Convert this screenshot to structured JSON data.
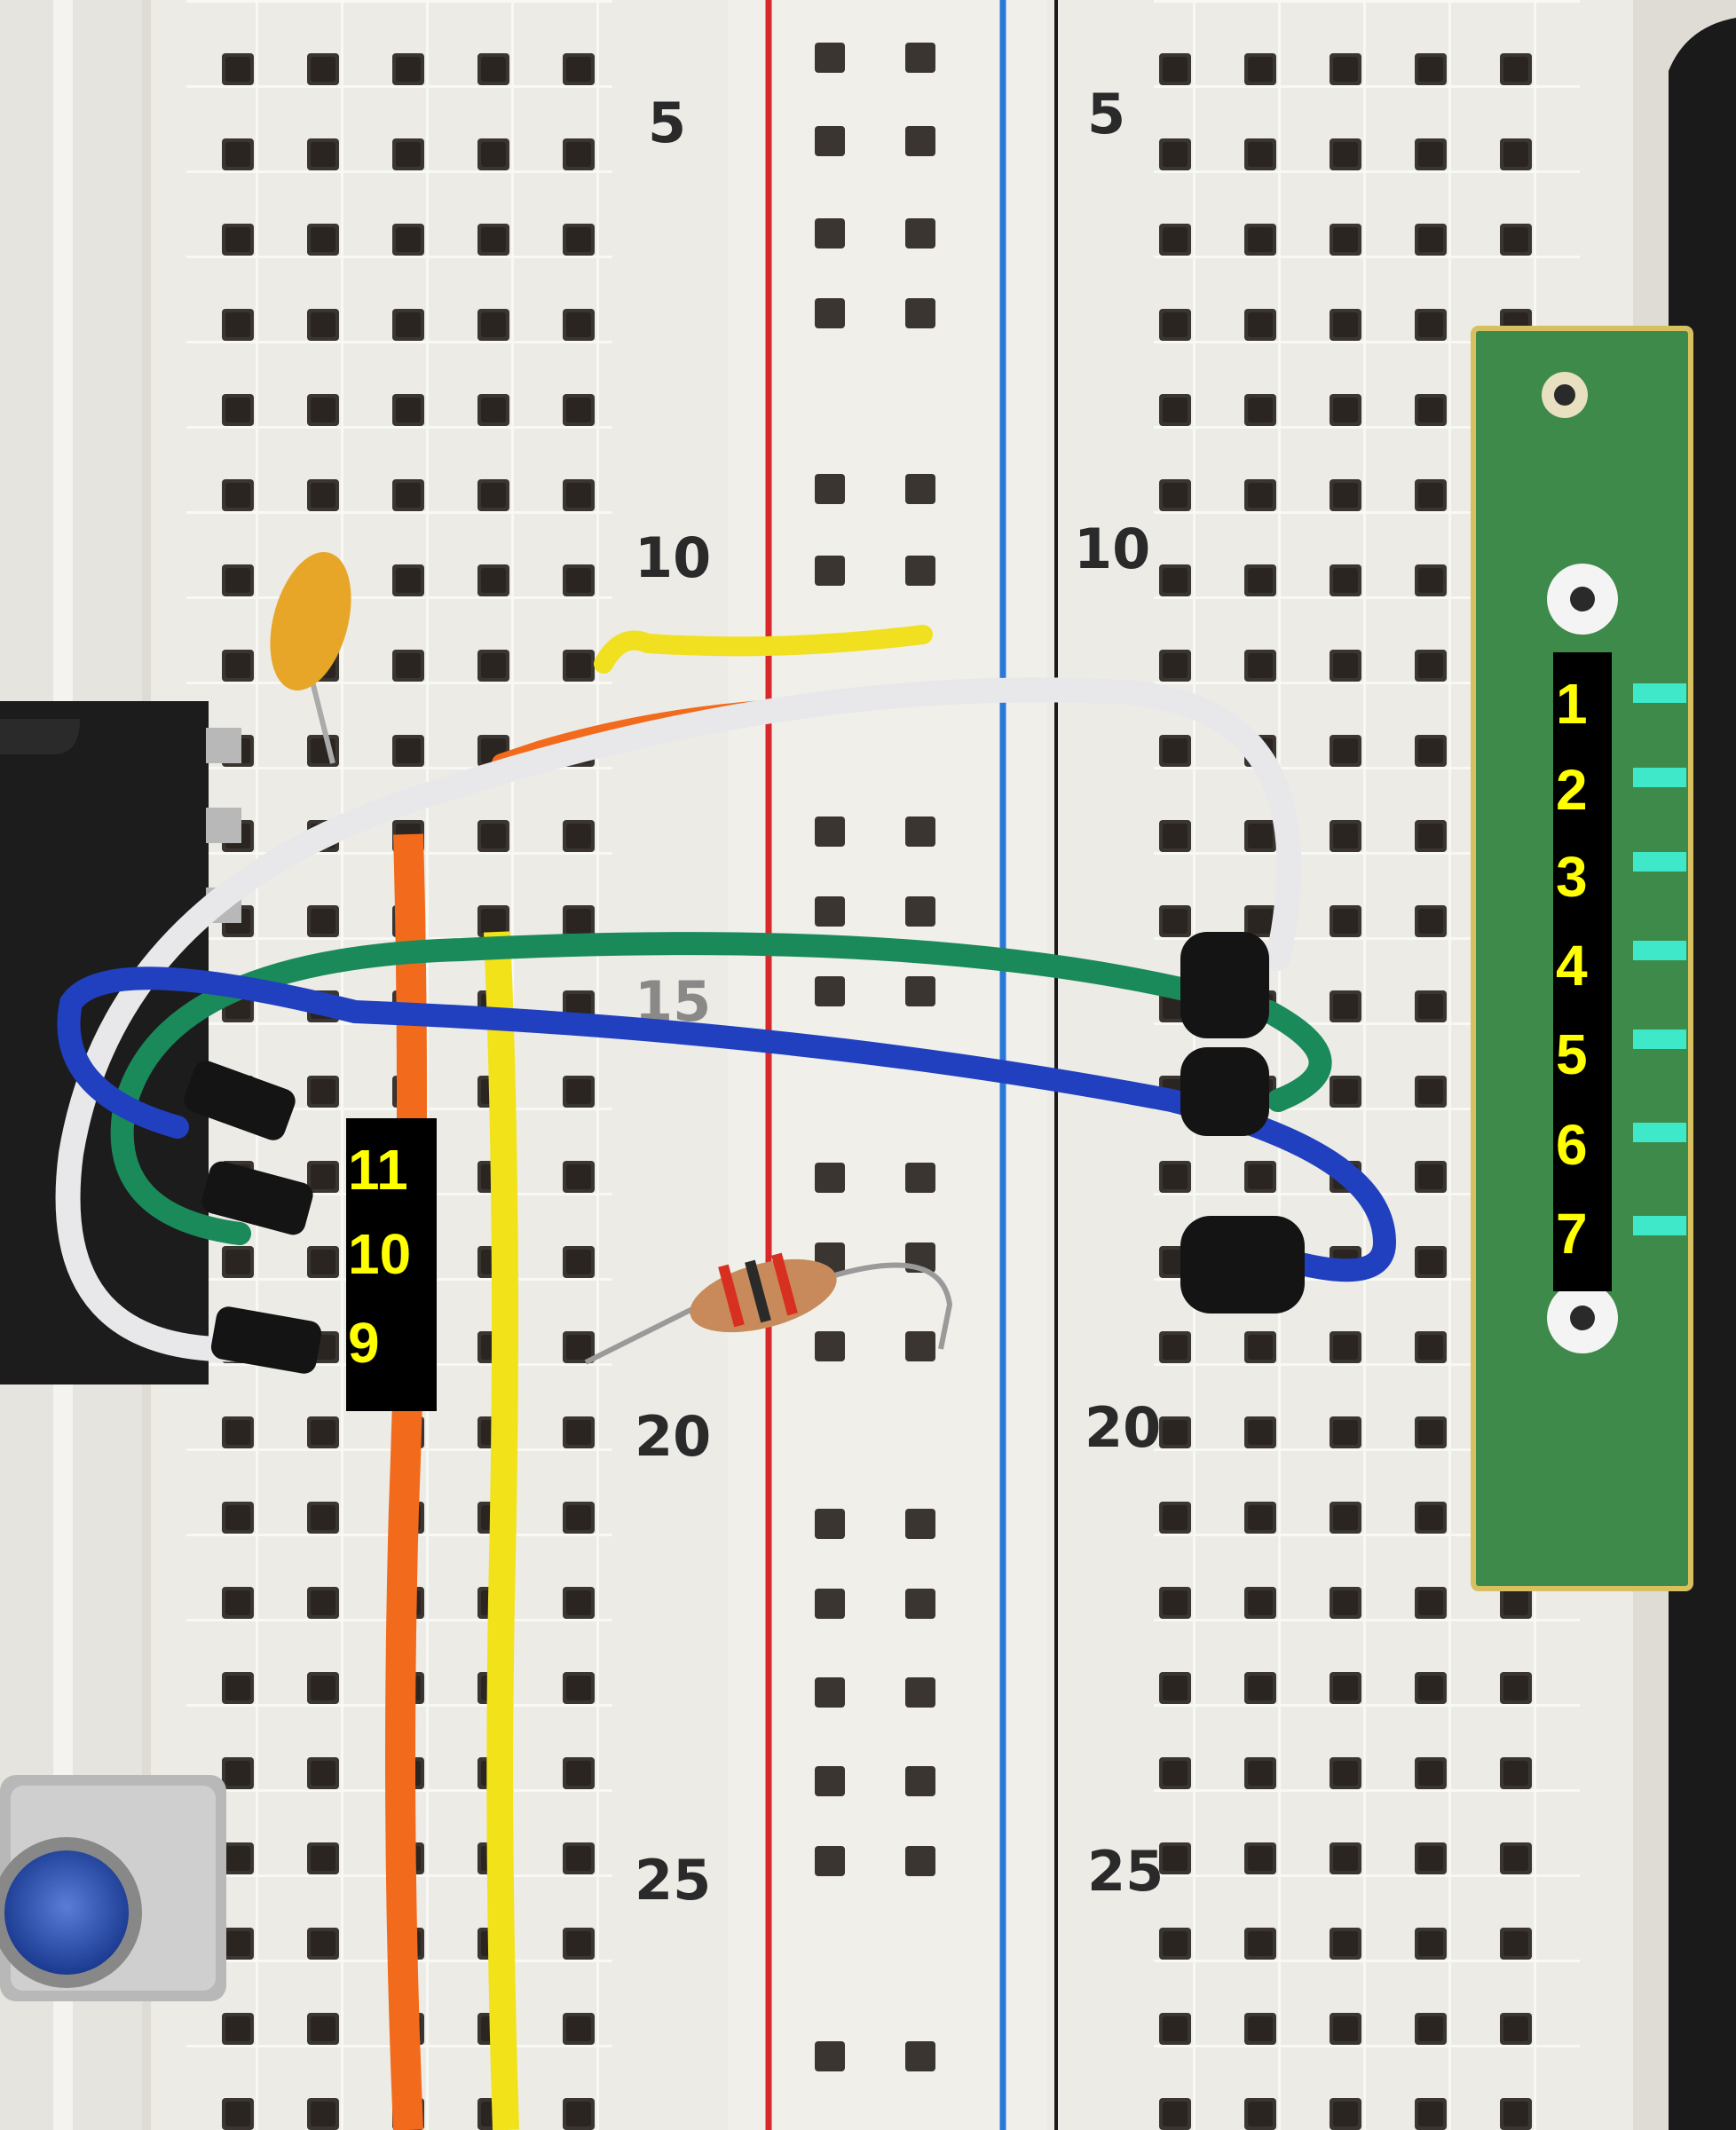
{
  "breadboard": {
    "row_numbers_left": [
      "5",
      "10",
      "15",
      "20",
      "25"
    ],
    "row_numbers_right": [
      "5",
      "10",
      "20",
      "25"
    ]
  },
  "ic_pin_labels": [
    "11",
    "10",
    "9"
  ],
  "module_pin_labels": [
    "1",
    "2",
    "3",
    "4",
    "5",
    "6",
    "7"
  ],
  "colors": {
    "board": "#ecebe6",
    "hole": "#3a3530",
    "power_red": "#d8282a",
    "power_blue": "#2a78d8",
    "wire_orange": "#f26a1b",
    "wire_yellow": "#f2e21a",
    "wire_white": "#e8e8ea",
    "wire_green": "#1a8a5a",
    "wire_blue": "#2040c0",
    "ic_body": "#1c1c1c",
    "pcb_green": "#3e8a4a",
    "label_bg": "#000000",
    "label_text": "#ffff00"
  },
  "icons": {
    "capacitor": "capacitor-icon",
    "resistor": "resistor-icon",
    "push_button": "push-button-icon",
    "chip": "ic-chip-icon",
    "module": "pcb-module-icon"
  }
}
